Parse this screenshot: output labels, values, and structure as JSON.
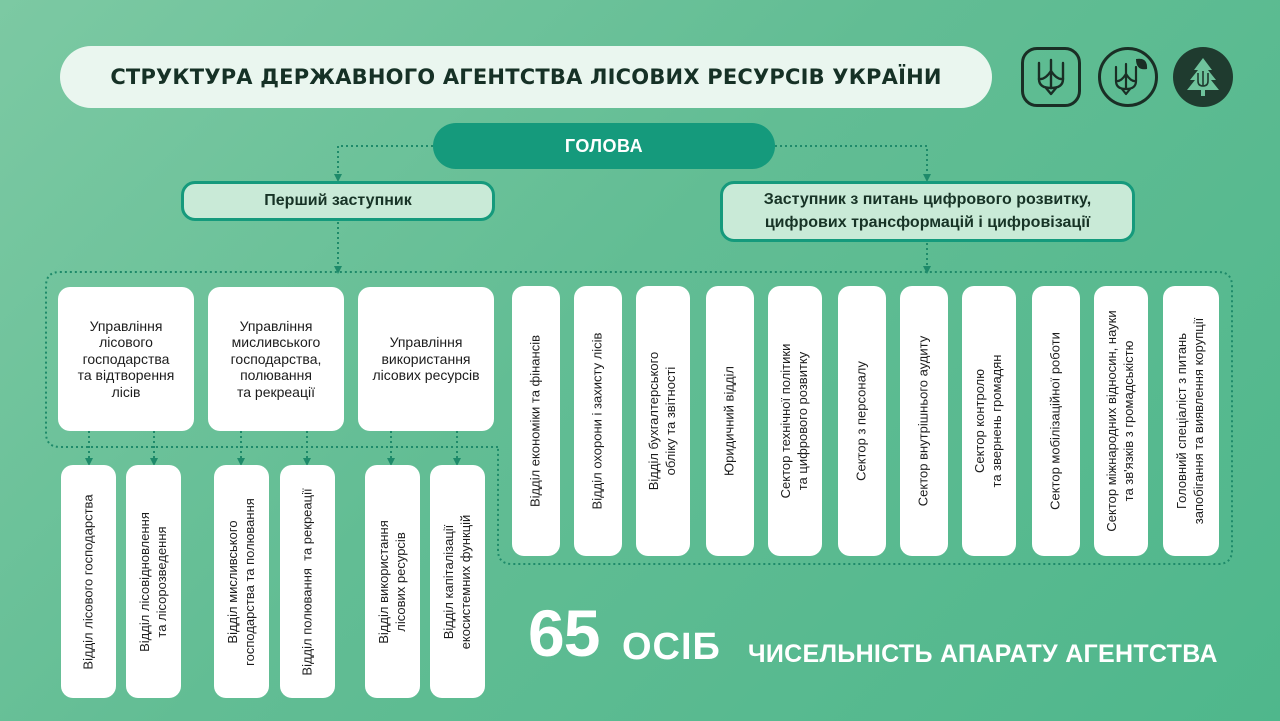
{
  "title": "СТРУКТУРА ДЕРЖАВНОГО АГЕНТСТВА ЛІСОВИХ РЕСУРСІВ УКРАЇНИ",
  "logos": [
    {
      "icon": "trident-emblem-icon"
    },
    {
      "icon": "trident-leaf-icon"
    },
    {
      "icon": "forest-tree-icon"
    }
  ],
  "head": "ГОЛОВА",
  "first_deputy": "Перший заступник",
  "digital_deputy": "Заступник з питань цифрового розвитку,\nцифрових трансформацій і цифровізації",
  "managements": [
    {
      "label": "Управління\nлісового\nгосподарства\nта відтворення\nлісів",
      "departments": [
        "Відділ лісового господарства",
        "Відділ лісовідновлення\nта лісорозведення"
      ]
    },
    {
      "label": "Управління\nмисливського\nгосподарства,\nполювання\nта рекреації",
      "departments": [
        "Відділ мисливського\nгосподарства та полювання",
        "Відділ полювання  та рекреації"
      ]
    },
    {
      "label": "Управління\nвикористання\nлісових ресурсів",
      "departments": [
        "Відділ використання\nлісових ресурсів",
        "Відділ капіталізації\nекосистемних функцій"
      ]
    }
  ],
  "units": [
    "Відділ економіки та фінансів",
    "Відділ охорони і захисту лісів",
    "Відділ бухгалтерського\nобліку та звітності",
    "Юридичний відділ",
    "Сектор технічної політики\nта цифрового розвитку",
    "Сектор з персоналу",
    "Сектор внутрішнього аудиту",
    "Сектор контролю\nта звернень громадян",
    "Сектор мобілізаційної роботи",
    "Сектор міжнародних відносин, науки\nта зв'язків з громадськістю",
    "Головний спеціаліст з питань\nзапобігання та виявлення корупції"
  ],
  "stats": {
    "number": "65",
    "unit": "ОСІБ",
    "label": "ЧИСЕЛЬНІСТЬ АПАРАТУ АГЕНТСТВА"
  },
  "colors": {
    "accent": "#159a7c",
    "background": "#62bd94",
    "deputy_fill": "#c9ead7",
    "card": "#ffffff",
    "title_bar": "#eaf6ef",
    "connector": "#1e8a6a"
  }
}
